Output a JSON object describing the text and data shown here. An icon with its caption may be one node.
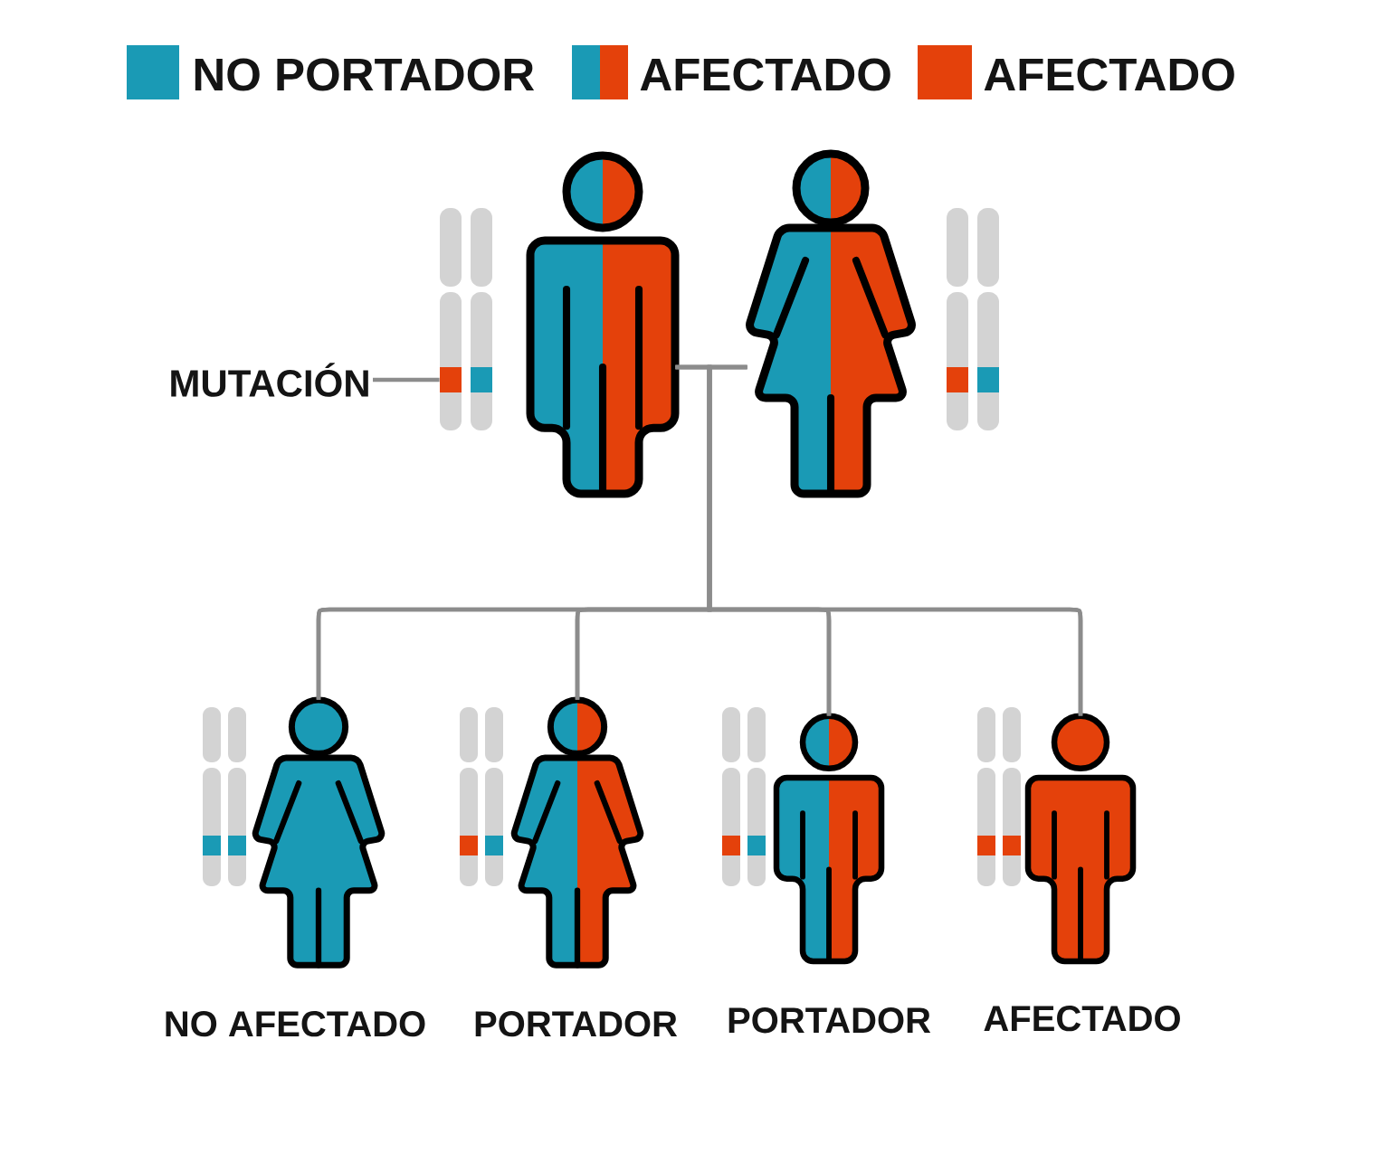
{
  "diagram": {
    "nodes": [
      {
        "text": [],
        "shape": "person"
      },
      {
        "text": [],
        "shape": "person"
      },
      {
        "text": [
          "MUTACIÓN"
        ]
      },
      {
        "text": [],
        "shape": "bar"
      },
      {
        "text": [],
        "shape": "person",
        "beside": [
          "NO AFECTADO"
        ]
      },
      {
        "text": [],
        "shape": "person",
        "beside": [
          "PORTADOR"
        ]
      },
      {
        "text": [],
        "shape": "person",
        "beside": [
          "PORTADOR"
        ]
      },
      {
        "text": [],
        "shape": "person",
        "beside": [
          "AFECTADO"
        ]
      },
      {
        "text": [],
        "shape": "bar"
      }
    ],
    "edges": [
      {
        "from": 0,
        "to": 4,
        "arrow": "none"
      },
      {
        "from": 0,
        "to": 5,
        "arrow": "none"
      },
      {
        "from": 0,
        "to": 6,
        "arrow": "none"
      },
      {
        "from": 0,
        "to": 7,
        "arrow": "none"
      },
      {
        "from": 1,
        "to": 4,
        "arrow": "none"
      },
      {
        "from": 1,
        "to": 5,
        "arrow": "none"
      },
      {
        "from": 1,
        "to": 6,
        "arrow": "none"
      },
      {
        "from": 1,
        "to": 7,
        "arrow": "none"
      },
      {
        "from": 2,
        "to": 3,
        "arrow": "none"
      }
    ],
    "legend": [
      {
        "text": "NO PORTADOR",
        "color": "#1a9ab5"
      },
      {
        "text": "AFECTADO"
      },
      {
        "text": "AFECTADO",
        "color": "#e4410b"
      }
    ]
  }
}
